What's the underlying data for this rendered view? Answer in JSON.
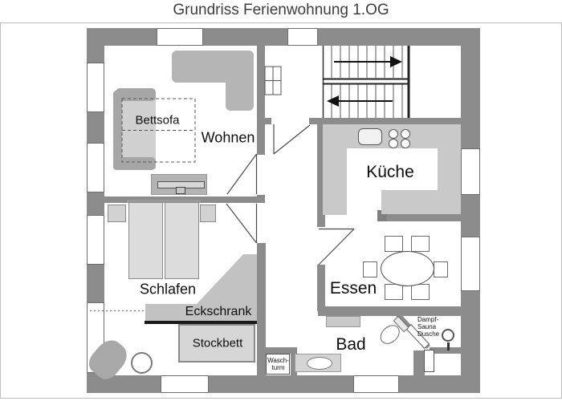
{
  "title": "Grundriss Ferienwohnung 1.OG",
  "rooms": {
    "wohnen": "Wohnen",
    "schlafen": "Schlafen",
    "kueche": "Küche",
    "essen": "Essen",
    "bad": "Bad"
  },
  "furniture_labels": {
    "bettsofa": "Bettsofa",
    "eckschrank": "Eckschrank",
    "stockbett": "Stockbett",
    "waschturm": [
      "Wasch-",
      "turm"
    ],
    "dampf_sauna_dusche": [
      "Dampf-",
      "Sauna",
      "Dusche"
    ]
  },
  "icons": [
    "stairs-up-arrow",
    "stairs-down-arrow",
    "sink-icon",
    "stove-burners-icon",
    "toilet-icon",
    "shower-icon",
    "washbasin-icon",
    "dining-table-icon",
    "door-swing-icon",
    "bed-icon",
    "sofa-icon",
    "tv-sideboard-icon"
  ],
  "colors": {
    "wall": "#8c8c8c",
    "furniture_light": "#c9c9c9",
    "furniture_mid": "#b5b5b5",
    "floor": "#ffffff",
    "text": "#111111"
  }
}
